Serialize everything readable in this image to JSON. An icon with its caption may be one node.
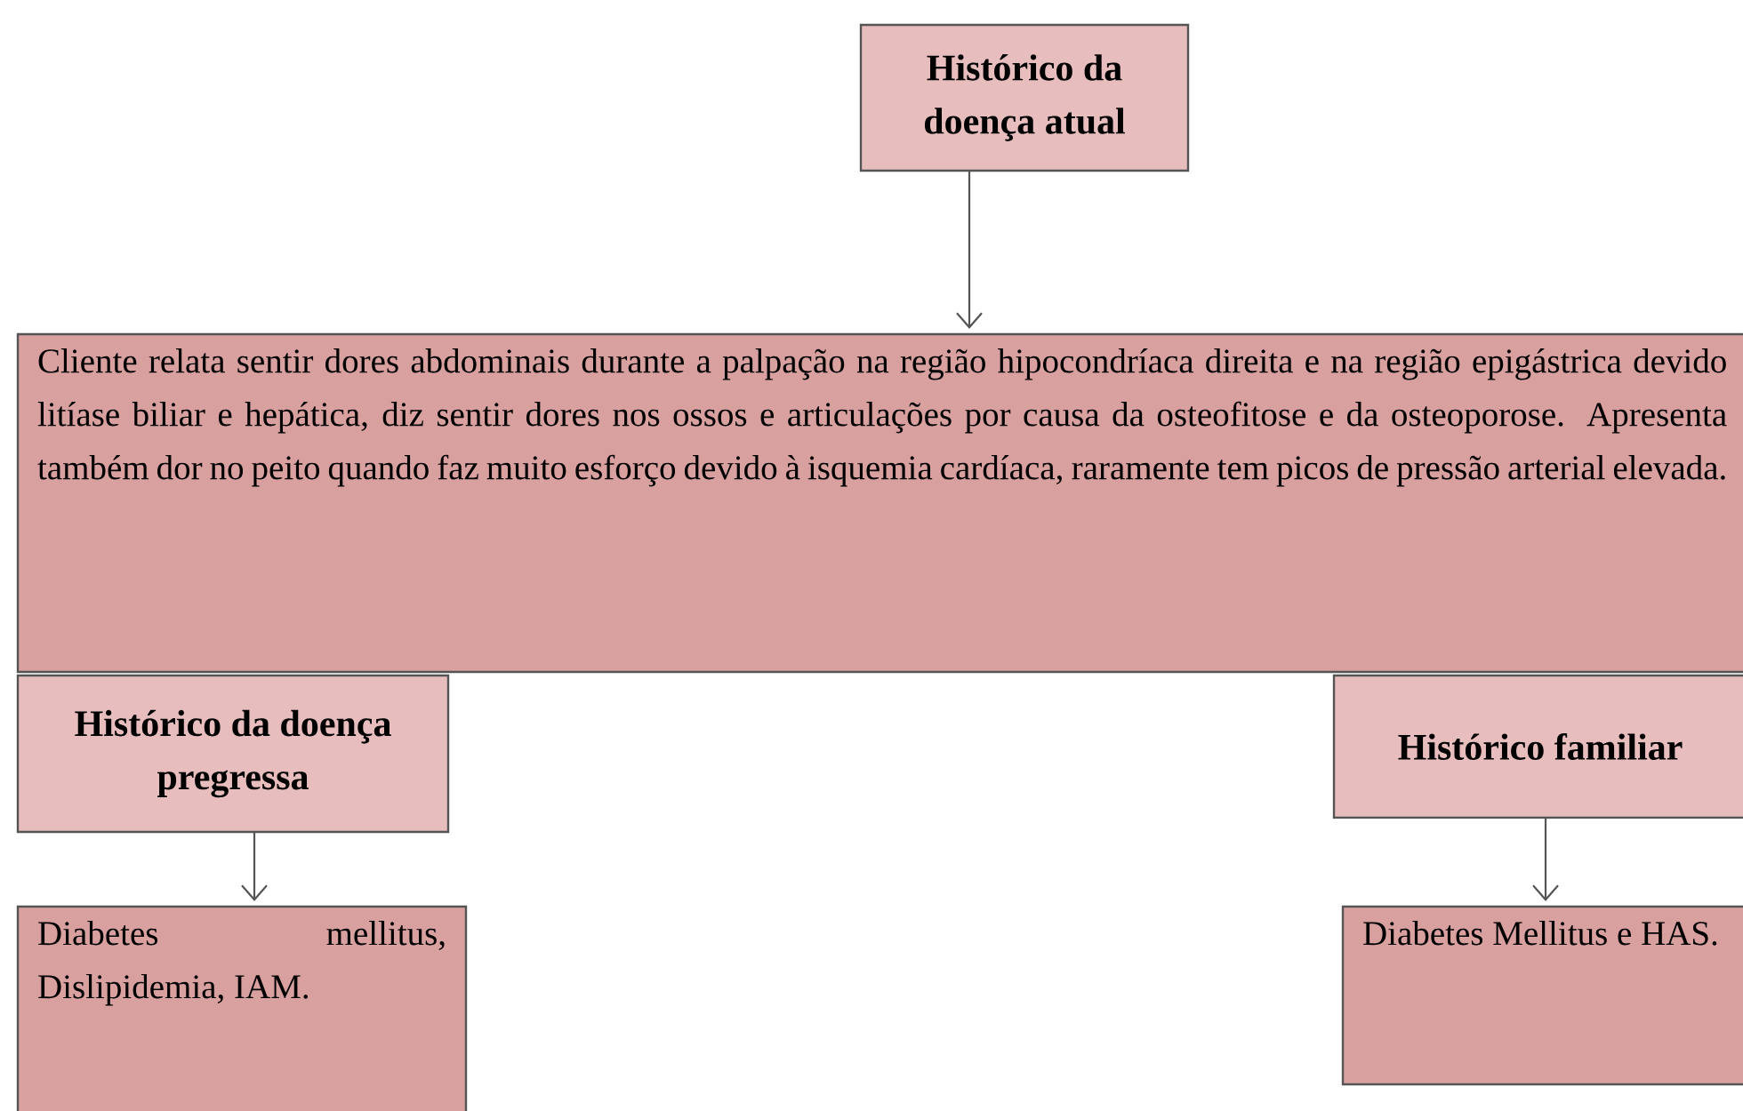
{
  "diagram": {
    "nodes": [
      {
        "text": [
          "Histórico da doença atual"
        ]
      },
      {
        "text": [
          "Cliente relata sentir dores abdominais durante a palpação na região hipocondríaca direita e na região epigástrica devido litíase biliar e hepática, diz sentir dores nos ossos e articulações por causa da osteofitose e da osteoporose. Apresenta também dor no peito quando faz muito esforço devido à isquemia cardíaca, raramente tem picos de pressão arterial elevada."
        ]
      },
      {
        "text": [
          "Histórico da doença pregressa"
        ]
      },
      {
        "text": [
          "Histórico familiar"
        ]
      },
      {
        "text": [
          "Diabetes mellitus, Dislipidemia, IAM."
        ]
      },
      {
        "text": [
          "Diabetes Mellitus e HAS."
        ]
      }
    ],
    "edges": [
      {
        "from": 0,
        "to": 1,
        "arrow": "to"
      },
      {
        "from": 2,
        "to": 4,
        "arrow": "to"
      },
      {
        "from": 3,
        "to": 5,
        "arrow": "to"
      }
    ]
  }
}
